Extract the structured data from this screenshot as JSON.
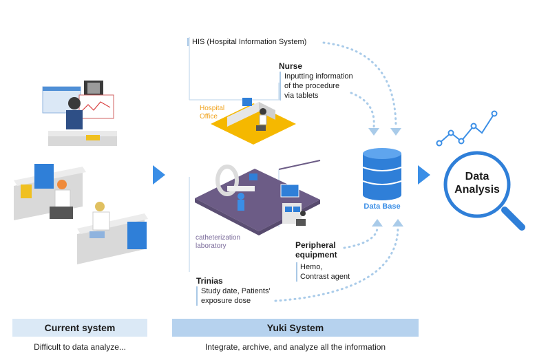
{
  "his": {
    "label": "HIS (Hospital Information System)"
  },
  "nurse": {
    "title": "Nurse",
    "lines": [
      "Inputting information",
      "of the procedure",
      "via tablets"
    ]
  },
  "hospital_office": {
    "lines": [
      "Hospital",
      "Office"
    ]
  },
  "cath_lab": {
    "lines": [
      "catheterization",
      "laboratory"
    ]
  },
  "database": {
    "label": "Data Base"
  },
  "analysis": {
    "lines": [
      "Data",
      "Analysis"
    ]
  },
  "peripheral": {
    "title_lines": [
      "Peripheral",
      "equipment"
    ],
    "lines": [
      "Hemo,",
      "Contrast agent"
    ]
  },
  "trinias": {
    "title": "Trinias",
    "lines": [
      "Study date, Patients'",
      "exposure dose"
    ]
  },
  "current": {
    "title": "Current system",
    "subtitle": "Difficult to data analyze..."
  },
  "yuki": {
    "title": "Yuki System",
    "subtitle": "Integrate, archive, and analyze all the information"
  },
  "colors": {
    "accent_blue": "#3a8ee6",
    "light_blue_box": "#dbe9f6",
    "mid_blue_box": "#b6d2ee",
    "office_yellow": "#f5b800",
    "lab_purple": "#6c5c86"
  }
}
